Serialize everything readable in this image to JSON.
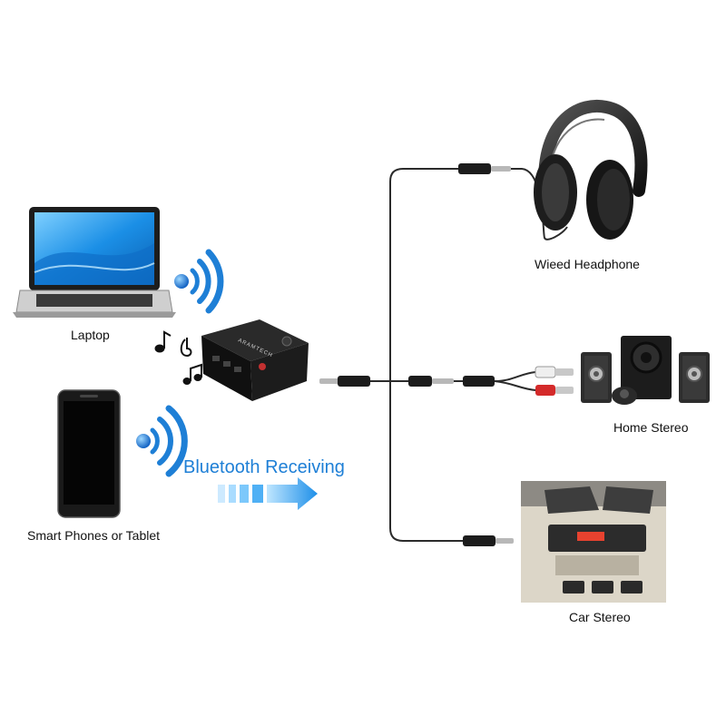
{
  "labels": {
    "laptop": "Laptop",
    "phone": "Smart Phones or Tablet",
    "headphone": "Wieed Headphone",
    "home_stereo": "Home Stereo",
    "car_stereo": "Car Stereo"
  },
  "headline": "Bluetooth Receiving",
  "device_brand": "ARAMTECH",
  "colors": {
    "accent": "#1e7fd6",
    "arrow": "#2a9bf0",
    "device": "#1a1a1a",
    "cable": "#2b2b2b",
    "rca_red": "#d42a2a",
    "car_display": "#e8422f"
  },
  "icons": {
    "wifi_waves": "bluetooth-wave-icon",
    "music": "music-note-icon",
    "arrow": "right-arrow-icon"
  }
}
